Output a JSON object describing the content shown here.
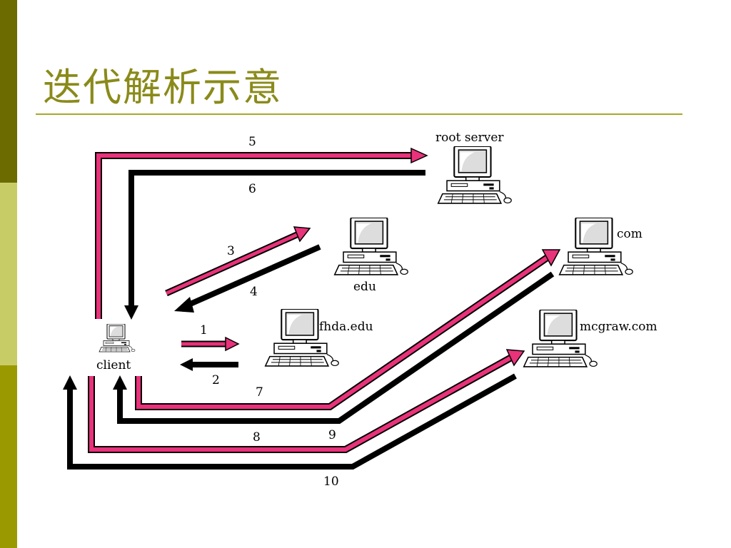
{
  "title": "迭代解析示意",
  "colors": {
    "request": "#e8327a",
    "response": "#000000",
    "accent": "#8a8a1a"
  },
  "nodes": {
    "client": "client",
    "root": "root server",
    "edu": "edu",
    "fhda": "fhda.edu",
    "com": "com",
    "mcgraw": "mcgraw.com"
  },
  "steps": [
    "1",
    "2",
    "3",
    "4",
    "5",
    "6",
    "7",
    "8",
    "9",
    "10"
  ]
}
